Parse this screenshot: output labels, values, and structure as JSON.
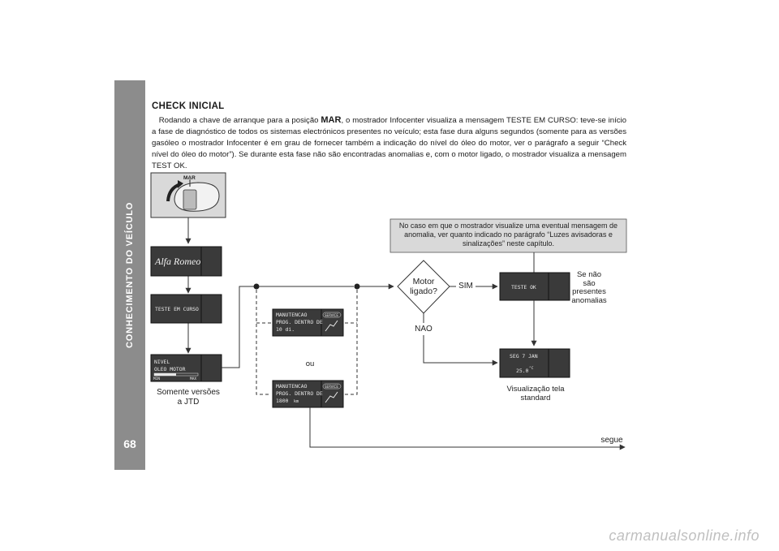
{
  "sidebar": {
    "title": "CONHECIMENTO DO VEÍCULO",
    "page_number": "68"
  },
  "section": {
    "title": "CHECK INICIAL",
    "body_pre": "Rodando a chave de arranque para a posição ",
    "body_bold": "MAR",
    "body_post": ", o mostrador Infocenter visualiza a mensagem TESTE EM CURSO: teve-se início a fase de diagnóstico de todos os sistemas electrónicos presentes no veículo; esta fase dura alguns segundos (somente para as versões gasóleo o mostrador Infocenter é em grau de fornecer também a indicação do nível do óleo do motor, ver o parágrafo a seguir “Check nível do óleo do motor”). Se durante esta fase não são encontradas anomalias e, com o motor ligado, o mostrador visualiza a mensagem TEST OK."
  },
  "diagram": {
    "key_label": "MAR",
    "logo_text": "Alfa Romeo",
    "display_test": "TESTE EM CURSO",
    "display_oil": {
      "line1": "NIVEL",
      "line2": "OLEO MOTOR",
      "min": "MIN",
      "max": "MAX",
      "level_fraction": 0.5
    },
    "oil_caption": "Somente versões\na JTD",
    "maint_days": {
      "line1": "MANUTENCAO",
      "line2": "PROG. DENTRO DE",
      "line3": "10 di.",
      "badge": "SERVICE"
    },
    "or_label": "ou",
    "maint_km": {
      "line1": "MANUTENCAO",
      "line2": "PROG. DENTRO DE",
      "line3": "1800",
      "unit": "km",
      "badge": "SERVICE"
    },
    "decision": "Motor\nligado?",
    "yes_label": "SIM",
    "no_label": "NAO",
    "anomaly_note": "No caso em que o mostrador visualize uma eventual mensagem de anomalia, ver quanto indicado no parágrafo “Luzes avisadoras e sinalizações” neste capítulo.",
    "display_ok": "TESTE OK",
    "no_anomaly_caption": "Se não\nsão\npresentes\nanomalias",
    "display_standard": {
      "line1": "SEG 7 JAN",
      "line2": "25.0",
      "unit": "°C"
    },
    "standard_caption": "Visualização tela\nstandard",
    "continue_label": "segue"
  },
  "watermark": "carmanualsonline.info"
}
